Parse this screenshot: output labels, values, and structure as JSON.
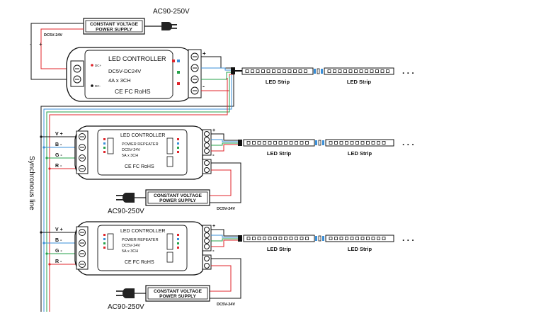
{
  "top": {
    "ac_label": "AC90-250V",
    "psu_line1": "CONSTANT VOLTAGE",
    "psu_line2": "POWER SUPPLY",
    "dc_label": "DC5V-24V",
    "controller": {
      "title": "LED CONTROLLER",
      "voltage": "DC5V-DC24V",
      "rating": "4A x 3CH",
      "cert": "CE FC RoHS",
      "dc_plus": "DC+",
      "dc_minus": "DC-",
      "out_plus": "+",
      "out_minus": "-"
    },
    "strip_label": "LED Strip",
    "ellipsis": ". . ."
  },
  "sync_label": "Synchronous line",
  "repeater": {
    "title": "LED CONTROLLER",
    "subtitle": "POWER REPEATER",
    "voltage": "DC5V-24V",
    "rating": "5A x 3CH",
    "cert": "CE FC RoHS",
    "inputs": [
      "V +",
      "B -",
      "G -",
      "R -"
    ],
    "out_plus": "+",
    "out_minus": "-",
    "psu_line1": "CONSTANT VOLTAGE",
    "psu_line2": "POWER SUPPLY",
    "dc_label": "DC5V-24V",
    "ac_label": "AC90-250V",
    "strip_label": "LED Strip",
    "ellipsis": ". . ."
  },
  "colors": {
    "red": "#e0252b",
    "green": "#25a24a",
    "blue": "#3a8fd8",
    "black": "#111111"
  }
}
